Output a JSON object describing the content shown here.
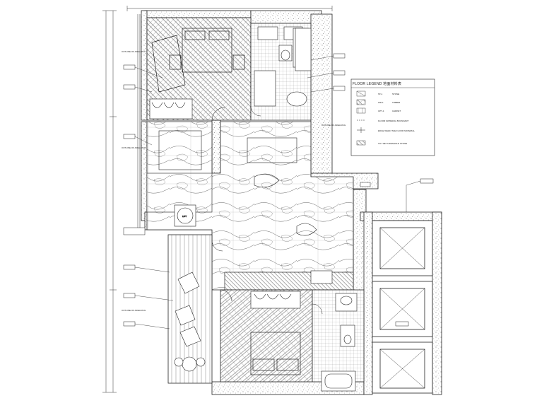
{
  "drawing": {
    "legend": {
      "title": "FLOOR LEGEND  地面材料表",
      "rows": [
        {
          "code": "ST-1",
          "text": "STONE"
        },
        {
          "code": "WD-1",
          "text": "TIMBER"
        },
        {
          "code": "CPT-1",
          "text": "CARPET"
        },
        {
          "code": "",
          "text": "FLOOR MATERIAL BOUNDARY"
        },
        {
          "code": "",
          "text": "EDGE WHEN THE FLOOR MATERIAL"
        },
        {
          "code": "",
          "text": "TO THE THRESHOLD STONE"
        }
      ]
    },
    "notes": {
      "outline_1": "OUTLINE OF AREA RUG",
      "outline_2": "OUTLINE OF AREA RUG",
      "outline_3": "OUTLINE OF AREA RUG",
      "outline_4": "OUTLINE OF AREA RUG",
      "lift": "LIFT"
    },
    "colors": {
      "line": "#222222",
      "hatch": "#555555",
      "fill_wall": "#cfcfcf",
      "paper": "#ffffff"
    }
  }
}
